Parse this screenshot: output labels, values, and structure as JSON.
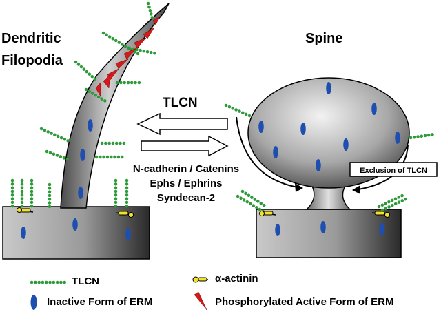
{
  "titles": {
    "left_line1": "Dendritic",
    "left_line2": "Filopodia",
    "right": "Spine"
  },
  "center": {
    "arrow_label": "TLCN",
    "molecules": [
      "N-cadherin / Catenins",
      "Ephs / Ephrins",
      "Syndecan-2"
    ]
  },
  "callout": "Exclusion of TLCN",
  "legend": {
    "tlcn": "TLCN",
    "alpha_actinin": "α-actinin",
    "inactive_erm": "Inactive Form of ERM",
    "active_erm": "Phosphorylated Active Form of ERM"
  },
  "colors": {
    "tlcn_green": "#2e9a3a",
    "erm_blue": "#1e4fb0",
    "erm_red": "#d41a1a",
    "actinin_yellow": "#f2e22a"
  }
}
